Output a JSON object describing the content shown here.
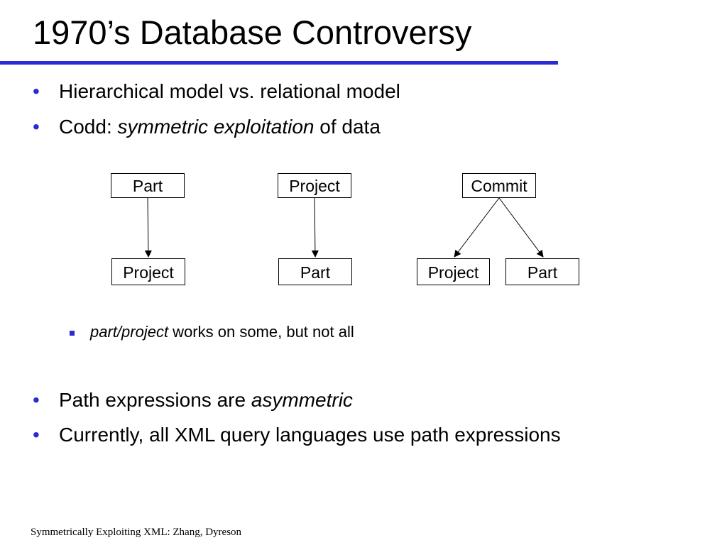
{
  "slide": {
    "title": "1970’s Database Controversy",
    "accent_color": "#2b2bd6"
  },
  "bullets": [
    {
      "text": "Hierarchical model vs. relational model"
    },
    {
      "prefix": "Codd: ",
      "emphasis": "symmetric exploitation",
      "suffix": " of data"
    },
    {
      "prefix": "Path expressions are ",
      "emphasis": "asymmetric"
    },
    {
      "text": "Currently, all XML query languages use path expressions"
    }
  ],
  "sub_bullet": {
    "emphasis": "part/project",
    "suffix": " works on some, but not all"
  },
  "diagram": {
    "trees": [
      {
        "root": "Part",
        "children": [
          "Project"
        ]
      },
      {
        "root": "Project",
        "children": [
          "Part"
        ]
      },
      {
        "root": "Commit",
        "children": [
          "Project",
          "Part"
        ]
      }
    ]
  },
  "footer": {
    "text": "Symmetrically Exploiting XML: Zhang, Dyreson"
  }
}
